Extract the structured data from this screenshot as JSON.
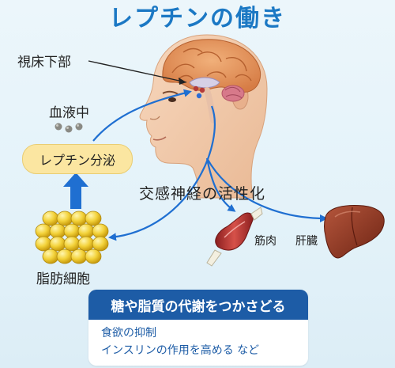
{
  "title": "レプチンの働き",
  "labels": {
    "hypothalamus": "視床下部",
    "in_blood": "血液中",
    "leptin_secretion": "レプチン分泌",
    "sympathetic_activation": "交感神経の活性化",
    "muscle": "筋肉",
    "liver": "肝臓",
    "fat_cells": "脂肪細胞"
  },
  "effects_box": {
    "heading": "糖や脂質の代謝をつかさどる",
    "items": [
      "食欲の抑制",
      "インスリンの作用を高める など"
    ]
  },
  "colors": {
    "title": "#1b78c4",
    "arrow": "#1f6fd1",
    "box_header": "#1d5ca6",
    "pill": "#fbe6a1"
  }
}
